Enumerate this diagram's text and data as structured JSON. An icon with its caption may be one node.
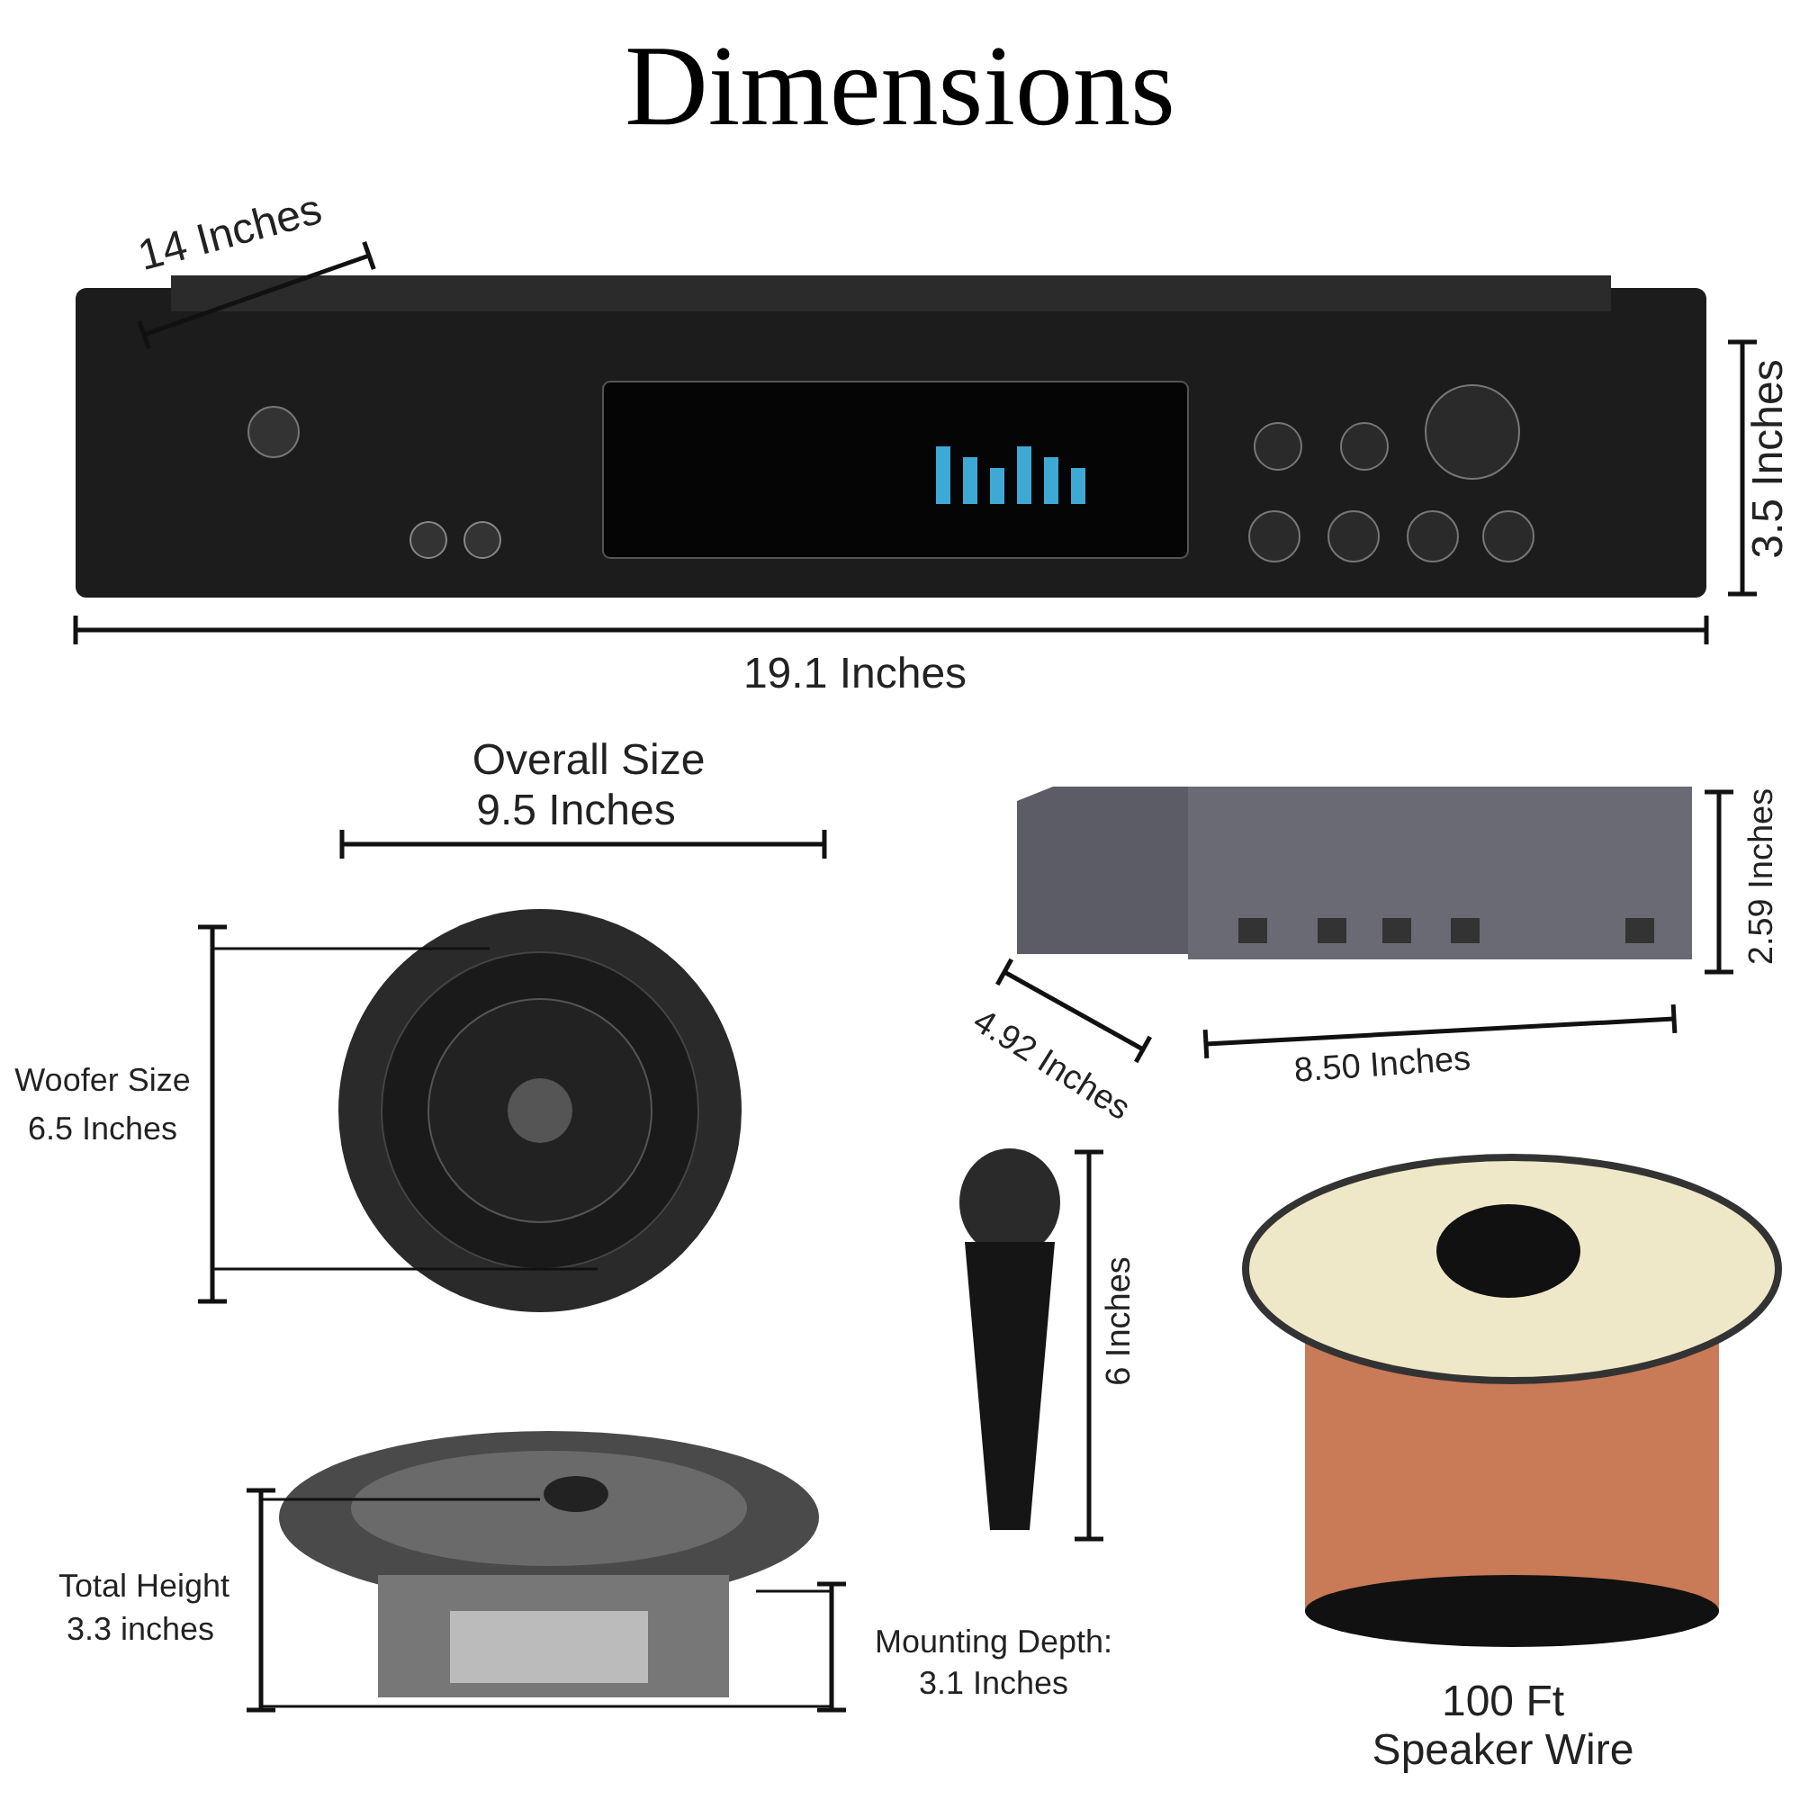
{
  "diagram": {
    "title": "Dimensions",
    "labels": [
      "14 Inches",
      "3.5 Inches",
      "19.1 Inches",
      "Overall Size",
      "9.5 Inches",
      "Woofer Size",
      "6.5 Inches",
      "2.59 Inches",
      "4.92 Inches",
      "8.50 Inches",
      "6 Inches",
      "Total Height",
      "3.3 inches",
      "Mounting Depth:",
      "3.1 Inches",
      "100 Ft",
      "Speaker Wire"
    ]
  }
}
